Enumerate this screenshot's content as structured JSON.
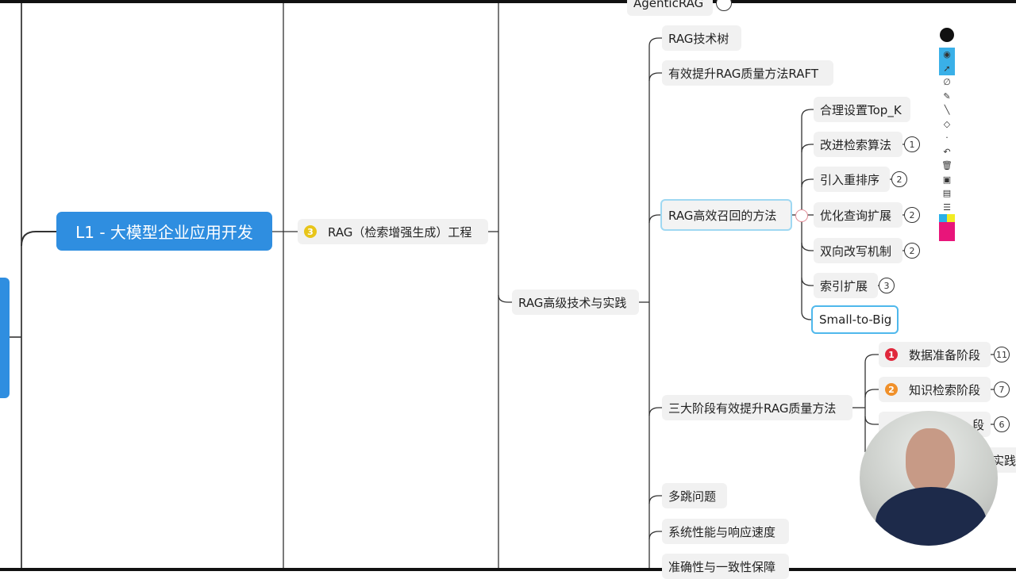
{
  "root": {
    "label": "L1 - 大模型企业应用开发",
    "color": "#2f8ee0"
  },
  "level2": {
    "label": "RAG（检索增强生成）工程",
    "priority": "3",
    "priority_color": "#e8c51a"
  },
  "level3": {
    "label": "RAG高级技术与实践"
  },
  "top_partial": {
    "label": "AgenticRAG"
  },
  "branches": [
    {
      "label": "RAG技术树"
    },
    {
      "label": "有效提升RAG质量方法RAFT"
    },
    {
      "label": "RAG高效召回的方法",
      "children": [
        {
          "label": "合理设置Top_K"
        },
        {
          "label": "改进检索算法",
          "count": "1"
        },
        {
          "label": "引入重排序",
          "count": "2"
        },
        {
          "label": "优化查询扩展",
          "count": "2"
        },
        {
          "label": "双向改写机制",
          "count": "2"
        },
        {
          "label": "索引扩展",
          "count": "3"
        },
        {
          "label": "Small-to-Big"
        }
      ]
    },
    {
      "label": "三大阶段有效提升RAG质量方法",
      "children": [
        {
          "label": "数据准备阶段",
          "priority": "1",
          "priority_color": "#e0283c",
          "count": "11"
        },
        {
          "label": "知识检索阶段",
          "priority": "2",
          "priority_color": "#f0902a",
          "count": "7"
        },
        {
          "label": "段",
          "count": "6"
        },
        {
          "label": "实践"
        }
      ]
    },
    {
      "label": "多跳问题"
    },
    {
      "label": "系统性能与响应速度"
    },
    {
      "label": "准确性与一致性保障"
    }
  ],
  "toolbar": {
    "icons": [
      "logo-icon",
      "eye-icon",
      "cursor-icon",
      "pen-icon",
      "marker-icon",
      "line-icon",
      "eraser-icon",
      "dot-icon",
      "undo-icon",
      "trash-icon",
      "stamp-icon",
      "camera-icon",
      "clipboard-icon",
      "color-palette"
    ]
  }
}
